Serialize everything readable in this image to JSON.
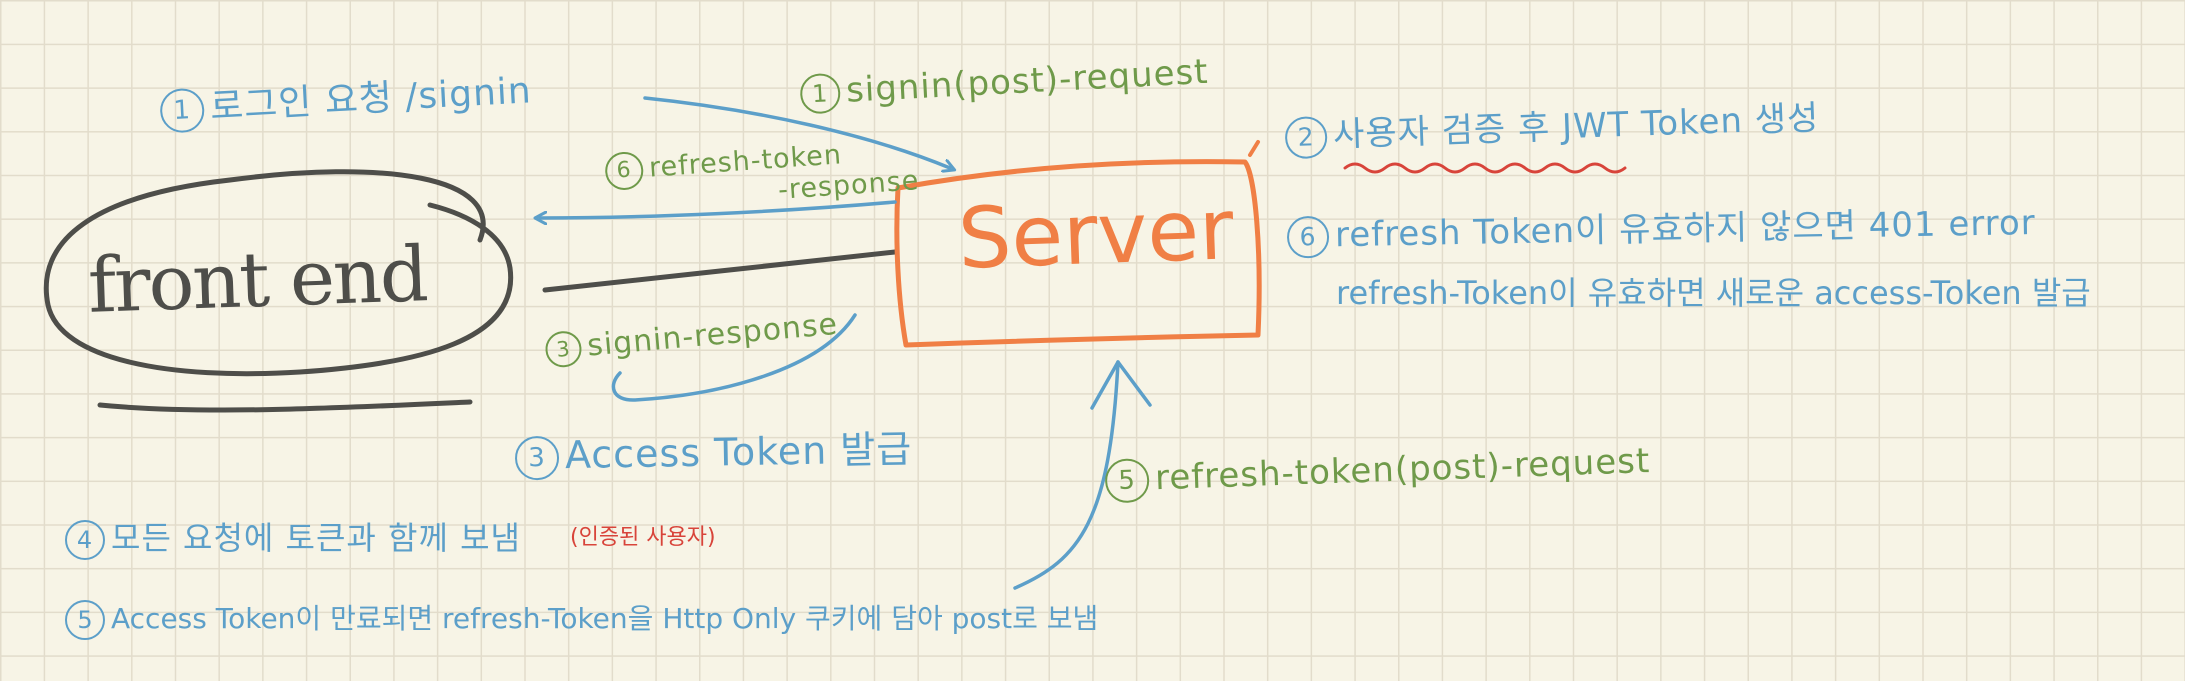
{
  "nodes": {
    "frontend": "front end",
    "server": "Server"
  },
  "labels": {
    "step1_login": {
      "num": "1",
      "text": "로그인 요청 /signin"
    },
    "step1_request": {
      "num": "1",
      "text": "signin(post)-request"
    },
    "step2_verify": {
      "num": "2",
      "text": "사용자 검증 후 JWT Token 생성"
    },
    "step6_refresh_response_line1": {
      "num": "6",
      "text": "refresh-token"
    },
    "step6_refresh_response_line2": "-response",
    "step3_signin_response": {
      "num": "3",
      "text": "signin-response"
    },
    "step3_access_token": {
      "num": "3",
      "text": "Access Token 발급"
    },
    "step6_refresh_invalid": {
      "num": "6",
      "text": "refresh Token이 유효하지 않으면 401 error"
    },
    "step6_refresh_valid": "refresh-Token이 유효하면 새로운 access-Token 발급",
    "step5_refresh_request": {
      "num": "5",
      "text": "refresh-token(post)-request"
    },
    "step4_send": {
      "num": "4",
      "text": "모든 요청에 토큰과 함께 보냄"
    },
    "step4_note": "(인증된 사용자)",
    "step5_expired": {
      "num": "5",
      "text": "Access Token이 만료되면 refresh-Token을 Http Only 쿠키에 담아 post로 보냄"
    }
  },
  "colors": {
    "blue": "#5c9fc9",
    "green": "#6f9a4a",
    "orange": "#f07f45",
    "red": "#d8443a",
    "dark": "#4e4e4a",
    "background": "#f7f4e6",
    "grid": "#e2dccb"
  }
}
